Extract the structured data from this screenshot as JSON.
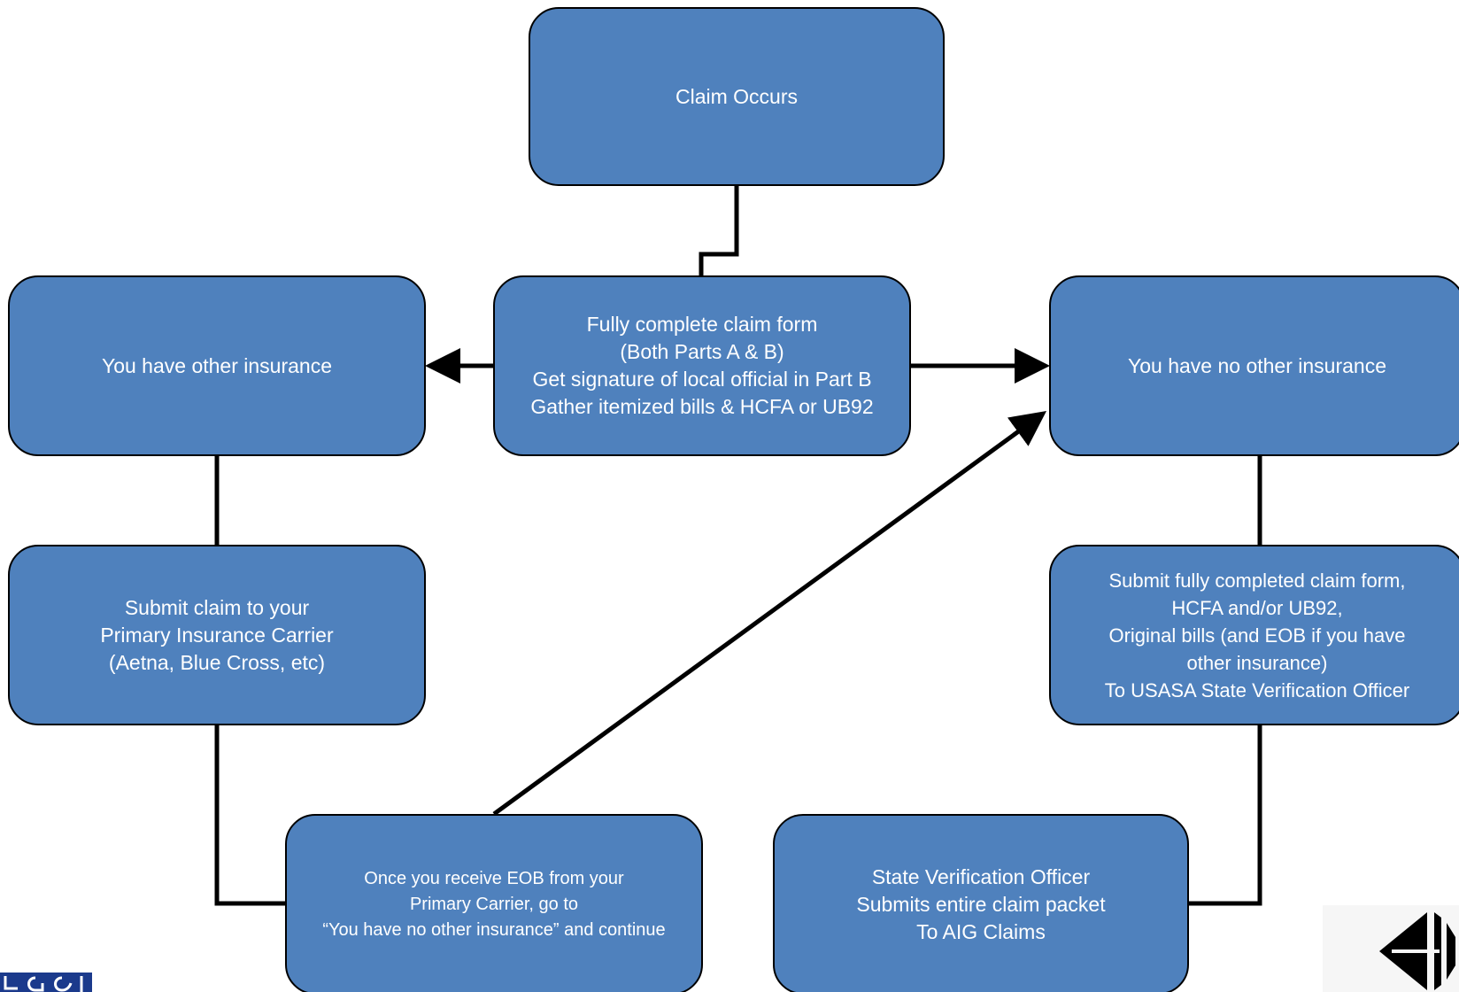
{
  "flowchart": {
    "claim_occurs": [
      "Claim Occurs"
    ],
    "complete_form": [
      "Fully complete claim form",
      "(Both Parts A & B)",
      "Get signature of local official in Part B",
      "Gather itemized bills & HCFA or UB92"
    ],
    "other_insurance": [
      "You have other insurance"
    ],
    "no_other_insurance": [
      "You have no other insurance"
    ],
    "submit_primary": [
      "Submit claim to your",
      "Primary Insurance Carrier",
      "(Aetna, Blue Cross, etc)"
    ],
    "submit_completed": [
      "Submit fully completed claim form,",
      "HCFA and/or UB92,",
      "Original bills (and EOB if you have",
      "other insurance)",
      "To USASA State Verification Officer"
    ],
    "receive_eob": [
      "Once you receive EOB from your",
      "Primary Carrier, go to",
      "“You have no other insurance” and continue"
    ],
    "verification_officer": [
      "State Verification Officer",
      "Submits entire claim packet",
      "To AIG Claims"
    ]
  },
  "colors": {
    "box_fill": "#4f81bd",
    "box_border": "#000000",
    "box_text": "#ffffff",
    "connector": "#000000",
    "logo_left": "#1b3a8c",
    "logo_right": "#000000"
  },
  "logos": {
    "left": "USASA partial logo (bottom-left)",
    "right": "arrow-diamond logo (bottom-right)"
  }
}
